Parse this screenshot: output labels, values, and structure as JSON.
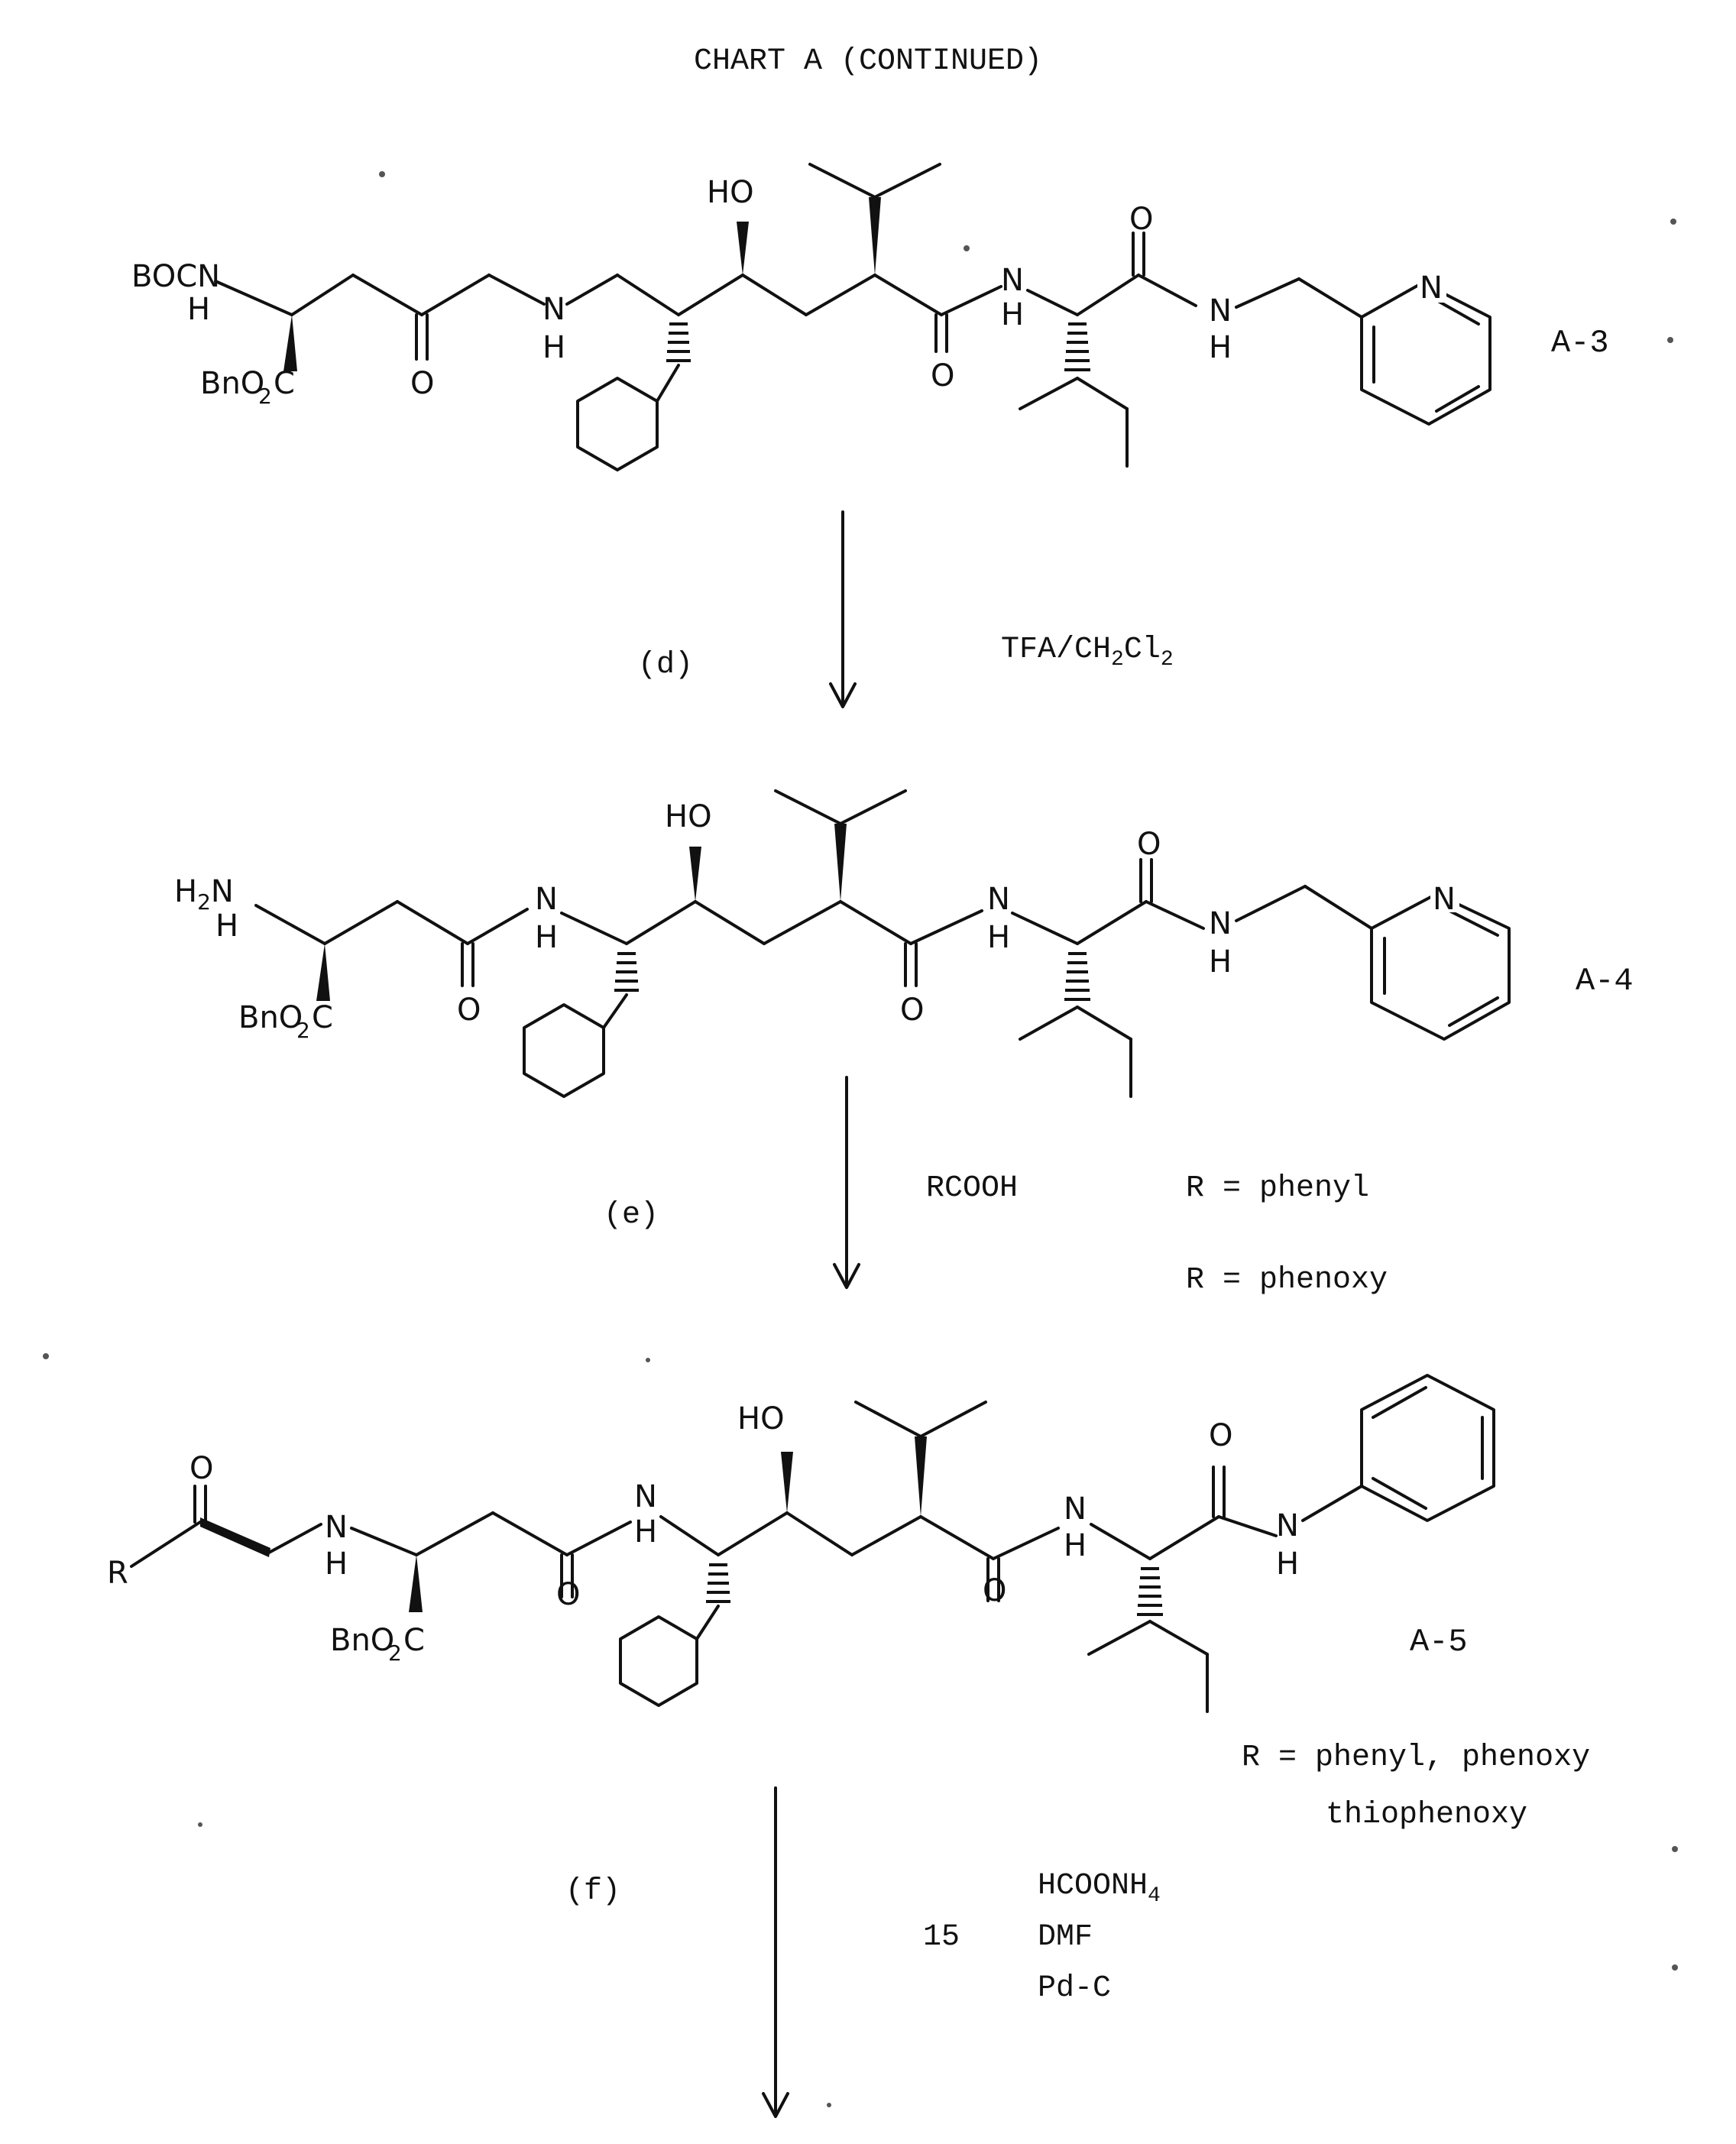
{
  "title": "CHART A (CONTINUED)",
  "atoms": {
    "boc": "BOCN",
    "h": "H",
    "n": "N",
    "o": "O",
    "ho": "HO",
    "bn_main": "BnO",
    "bn_sub": "2",
    "c": "C",
    "h2": "H",
    "h2_sub": "2",
    "r": "R"
  },
  "compounds": {
    "a3": "A-3",
    "a4": "A-4",
    "a5": "A-5"
  },
  "steps": {
    "d": {
      "label": "(d)",
      "reagent_main": "TFA/CH",
      "reagent_sub1": "2",
      "reagent_mid": "Cl",
      "reagent_sub2": "2"
    },
    "e": {
      "label": "(e)",
      "reagent": "RCOOH",
      "cond1": "R = phenyl",
      "cond2": "R = phenoxy"
    },
    "a5_note": {
      "line1": "R = phenyl, phenoxy",
      "line2": "thiophenoxy"
    },
    "f": {
      "label": "(f)",
      "reagent1_main": "HCOONH",
      "reagent1_sub": "4",
      "reagent2": "DMF",
      "reagent3": "Pd-C",
      "line_no": "15"
    }
  }
}
